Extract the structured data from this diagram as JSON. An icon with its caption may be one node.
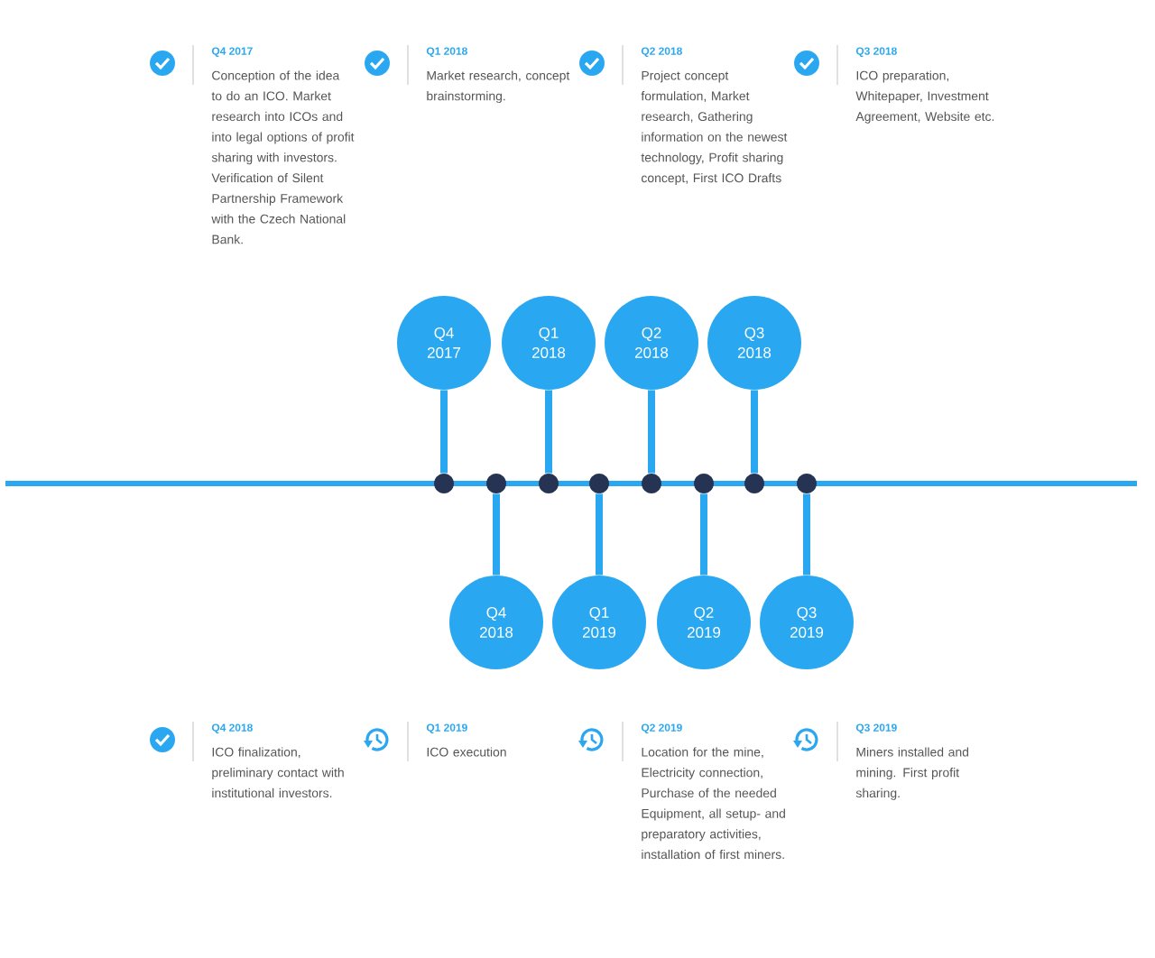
{
  "diagram": {
    "nodes": [
      {
        "text": [
          "Q4 2017"
        ]
      },
      {
        "text": [
          "Q1 2018"
        ]
      },
      {
        "text": [
          "Q2 2018"
        ]
      },
      {
        "text": [
          "Q3 2018"
        ]
      },
      {
        "text": [
          "Q4 2018"
        ]
      },
      {
        "text": [
          "Q1 2019"
        ]
      },
      {
        "text": [
          "Q2 2019"
        ]
      },
      {
        "text": [
          "Q3 2019"
        ]
      },
      {
        "text": [],
        "shape": "circle"
      },
      {
        "text": [],
        "shape": "circle"
      },
      {
        "text": [],
        "shape": "circle"
      },
      {
        "text": [],
        "shape": "circle"
      },
      {
        "text": [],
        "shape": "circle"
      },
      {
        "text": [],
        "shape": "circle"
      },
      {
        "text": [],
        "shape": "circle"
      },
      {
        "text": [],
        "shape": "circle"
      }
    ],
    "edges": [
      {
        "from": 0,
        "to": 8,
        "arrow": "none"
      },
      {
        "from": 1,
        "to": 10,
        "arrow": "none"
      },
      {
        "from": 2,
        "to": 12,
        "arrow": "none"
      },
      {
        "from": 3,
        "to": 14,
        "arrow": "none"
      },
      {
        "from": 4,
        "to": 9,
        "arrow": "none"
      },
      {
        "from": 5,
        "to": 11,
        "arrow": "none"
      },
      {
        "from": 6,
        "to": 13,
        "arrow": "none"
      },
      {
        "from": 7,
        "to": 15,
        "arrow": "none"
      }
    ],
    "labels": [
      "Q4 2017",
      "Conception of the idea to do an ICO. Market research into ICOs and into legal options of profit sharing with investors. Verification of Silent Partnership Framework with the Czech National Bank.",
      "Q1 2018",
      "Market research, concept brainstorming.",
      "Q2 2018",
      "Project concept formulation, Market research, Gathering information on the newest technology, Profit sharing concept, First ICO Drafts",
      "Q3 2018",
      "ICO preparation, Whitepaper, Investment Agreement, Website etc.",
      "Q4 2018",
      "ICO finalization, preliminary contact with institutional investors.",
      "Q1 2019",
      "ICO execution",
      "Q2 2019",
      "Location for the mine, Electricity connection, Purchase of the needed Equipment, all setup- and preparatory activities, installation of first miners.",
      "Q3 2019",
      "Miners installed and mining. First profit sharing."
    ]
  }
}
